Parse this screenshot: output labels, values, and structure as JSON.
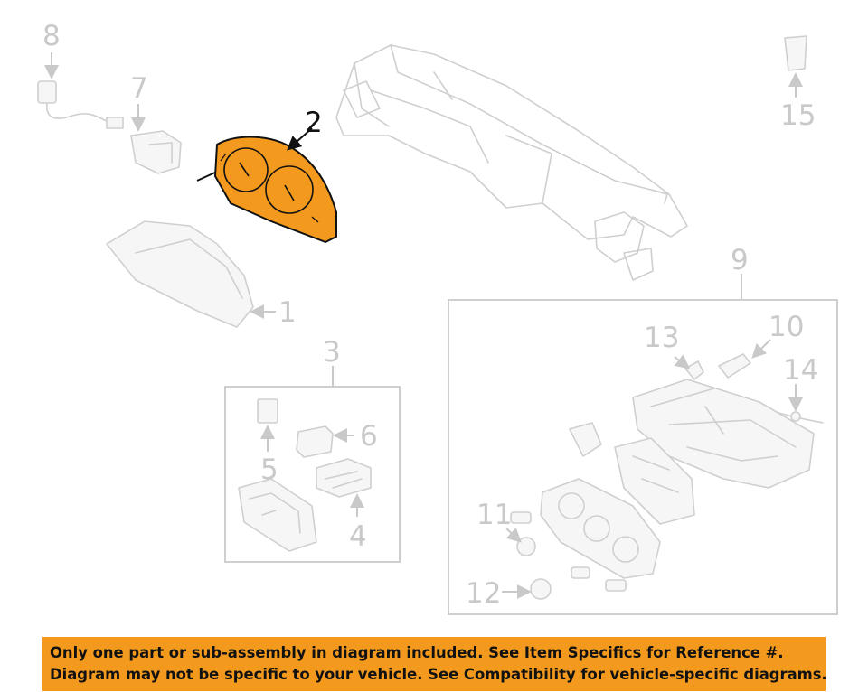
{
  "callouts": {
    "c1": "1",
    "c2": "2",
    "c3": "3",
    "c4": "4",
    "c5": "5",
    "c6": "6",
    "c7": "7",
    "c8": "8",
    "c9": "9",
    "c10": "10",
    "c11": "11",
    "c12": "12",
    "c13": "13",
    "c14": "14",
    "c15": "15"
  },
  "colors": {
    "highlight_part": "#f39a1e",
    "banner_background": "#f39a1e",
    "ghost_lines": "#cfcfcf"
  },
  "banner": {
    "line1": "Only one part or sub-assembly in diagram included. See Item Specifics for Reference #.",
    "line2": "Diagram may not be specific to your vehicle. See Compatibility for vehicle-specific diagrams."
  }
}
